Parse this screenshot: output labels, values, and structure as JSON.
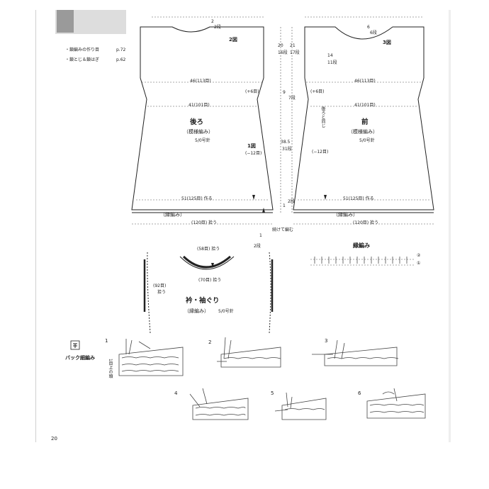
{
  "refs": [
    {
      "label": "・鎖編みの作り目",
      "page": "p.72"
    },
    {
      "label": "・鎖とじ＆鎖はぎ",
      "page": "p.62"
    }
  ],
  "back": {
    "figure": "2図",
    "figure1": "1図",
    "title": "後ろ",
    "pattern": "（模様編み）",
    "needle": "5/0号針",
    "width_top": "46(113目)",
    "width_mid": "41(101目)",
    "width_bottom": "51(125目) 作る",
    "inc": "(+6目)",
    "dec": "(−12目)",
    "edge": "（縁編み）",
    "edge_width": "(120目) 拾う",
    "neck_rows": "2段"
  },
  "front": {
    "figure": "3図",
    "title": "前",
    "pattern": "（模様編み）",
    "needle": "5/0号針",
    "width_top": "46(113目)",
    "width_mid": "41(101目)",
    "width_bottom": "51(125目) 作る",
    "inc": "(+6目)",
    "dec": "(−12目)",
    "same_as_back": "後ろと同じ",
    "edge": "（縁編み）",
    "edge_width": "(120目) 拾う",
    "neck_depth": "6",
    "neck_rows": "6段",
    "body_depth": "14",
    "body_rows": "11段"
  },
  "measures": {
    "m20": "20",
    "m16": "16段",
    "m21": "21",
    "m17": "17段",
    "m9": "9",
    "m7": "7段",
    "m385": "38.5",
    "m31": "31段",
    "m1": "1",
    "m2": "2段",
    "m2top": "2",
    "continue": "続けて編む"
  },
  "collar": {
    "title": "衿・袖ぐり",
    "pattern": "（縁編み）",
    "needle": "5/0号針",
    "top_pick": "(58目) 拾う",
    "bottom_pick": "(70目) 拾う",
    "side_pick": "(92目)",
    "side_pick2": "拾う",
    "rows": "2段",
    "rows_n": "1"
  },
  "edge_chart": {
    "title": "縁編み",
    "row2": "②",
    "row1": "①"
  },
  "stitch": {
    "symbol_label": "バック細編み",
    "step_note": "1目上の頭",
    "steps": [
      "1",
      "2",
      "3",
      "4",
      "5",
      "6"
    ]
  },
  "page_number": "20"
}
